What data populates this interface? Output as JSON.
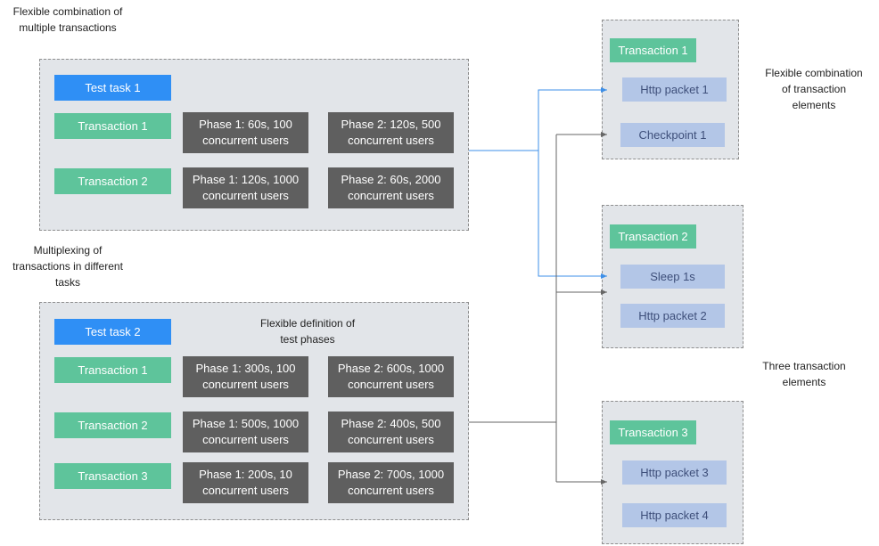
{
  "notes": {
    "top_left_line1": "Flexible combination of",
    "top_left_line2": "multiple transactions",
    "multiplex_line1": "Multiplexing of",
    "multiplex_line2": "transactions in different",
    "multiplex_line3": "tasks",
    "phases_line1": "Flexible definition of",
    "phases_line2": "test phases",
    "elements_line1": "Flexible combination",
    "elements_line2": "of transaction",
    "elements_line3": "elements",
    "three_line1": "Three transaction",
    "three_line2": "elements"
  },
  "task1": {
    "title": "Test task 1",
    "rows": [
      {
        "transaction": "Transaction 1",
        "p1_l1": "Phase 1: 60s, 100",
        "p1_l2": "concurrent users",
        "p2_l1": "Phase 2: 120s, 500",
        "p2_l2": "concurrent users"
      },
      {
        "transaction": "Transaction 2",
        "p1_l1": "Phase 1: 120s, 1000",
        "p1_l2": "concurrent users",
        "p2_l1": "Phase 2: 60s, 2000",
        "p2_l2": "concurrent users"
      }
    ]
  },
  "task2": {
    "title": "Test task 2",
    "rows": [
      {
        "transaction": "Transaction 1",
        "p1_l1": "Phase 1: 300s, 100",
        "p1_l2": "concurrent users",
        "p2_l1": "Phase 2: 600s, 1000",
        "p2_l2": "concurrent users"
      },
      {
        "transaction": "Transaction 2",
        "p1_l1": "Phase 1: 500s, 1000",
        "p1_l2": "concurrent users",
        "p2_l1": "Phase 2: 400s, 500",
        "p2_l2": "concurrent users"
      },
      {
        "transaction": "Transaction 3",
        "p1_l1": "Phase 1: 200s, 10",
        "p1_l2": "concurrent users",
        "p2_l1": "Phase 2: 700s, 1000",
        "p2_l2": "concurrent users"
      }
    ]
  },
  "transactions": [
    {
      "title": "Transaction 1",
      "elements": [
        "Http packet 1",
        "Checkpoint 1"
      ]
    },
    {
      "title": "Transaction 2",
      "elements": [
        "Sleep 1s",
        "Http packet 2"
      ]
    },
    {
      "title": "Transaction 3",
      "elements": [
        "Http packet 3",
        "Http packet 4"
      ]
    }
  ],
  "colors": {
    "task": "#2f8ff5",
    "transaction": "#5ec49b",
    "phase": "#5f5f5f",
    "element": "#b3c6e7",
    "link_task1": "#3d8fe8",
    "link_task2": "#666666"
  }
}
